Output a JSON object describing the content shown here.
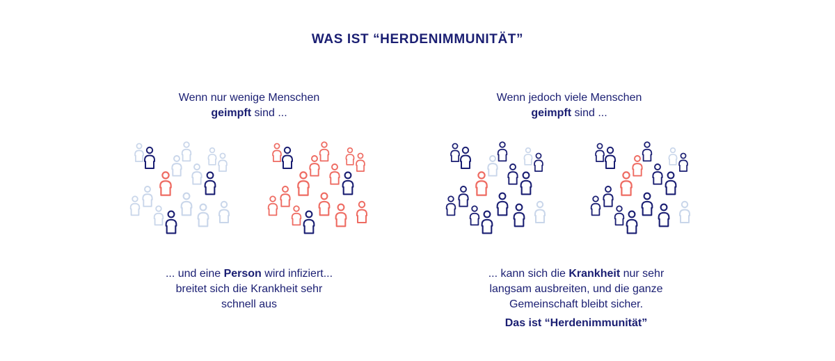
{
  "title": "WAS IST “HERDENIMMUNITÄT”",
  "left": {
    "intro": {
      "a": "Wenn nur wenige Menschen",
      "b": "geimpft",
      "c": " sind ..."
    },
    "outro": {
      "a": "... und eine ",
      "b": "Person",
      "c": " wird infiziert...",
      "d": "breitet sich die Krankheit sehr",
      "e": "schnell aus"
    }
  },
  "right": {
    "intro": {
      "a": "Wenn jedoch viele Menschen",
      "b": "geimpft",
      "c": " sind ..."
    },
    "outro": {
      "a": "... kann sich die ",
      "b": "Krankheit",
      "c": " nur sehr",
      "d": "langsam ausbreiten, und die ganze",
      "e": "Gemeinschaft bleibt sicher."
    },
    "motto": "Das ist “Herdenimmunität”"
  },
  "colors": {
    "vaccinated": "#1a1e72",
    "unvaccinated": "#c9d6ea",
    "infected": "#ee6b62"
  }
}
